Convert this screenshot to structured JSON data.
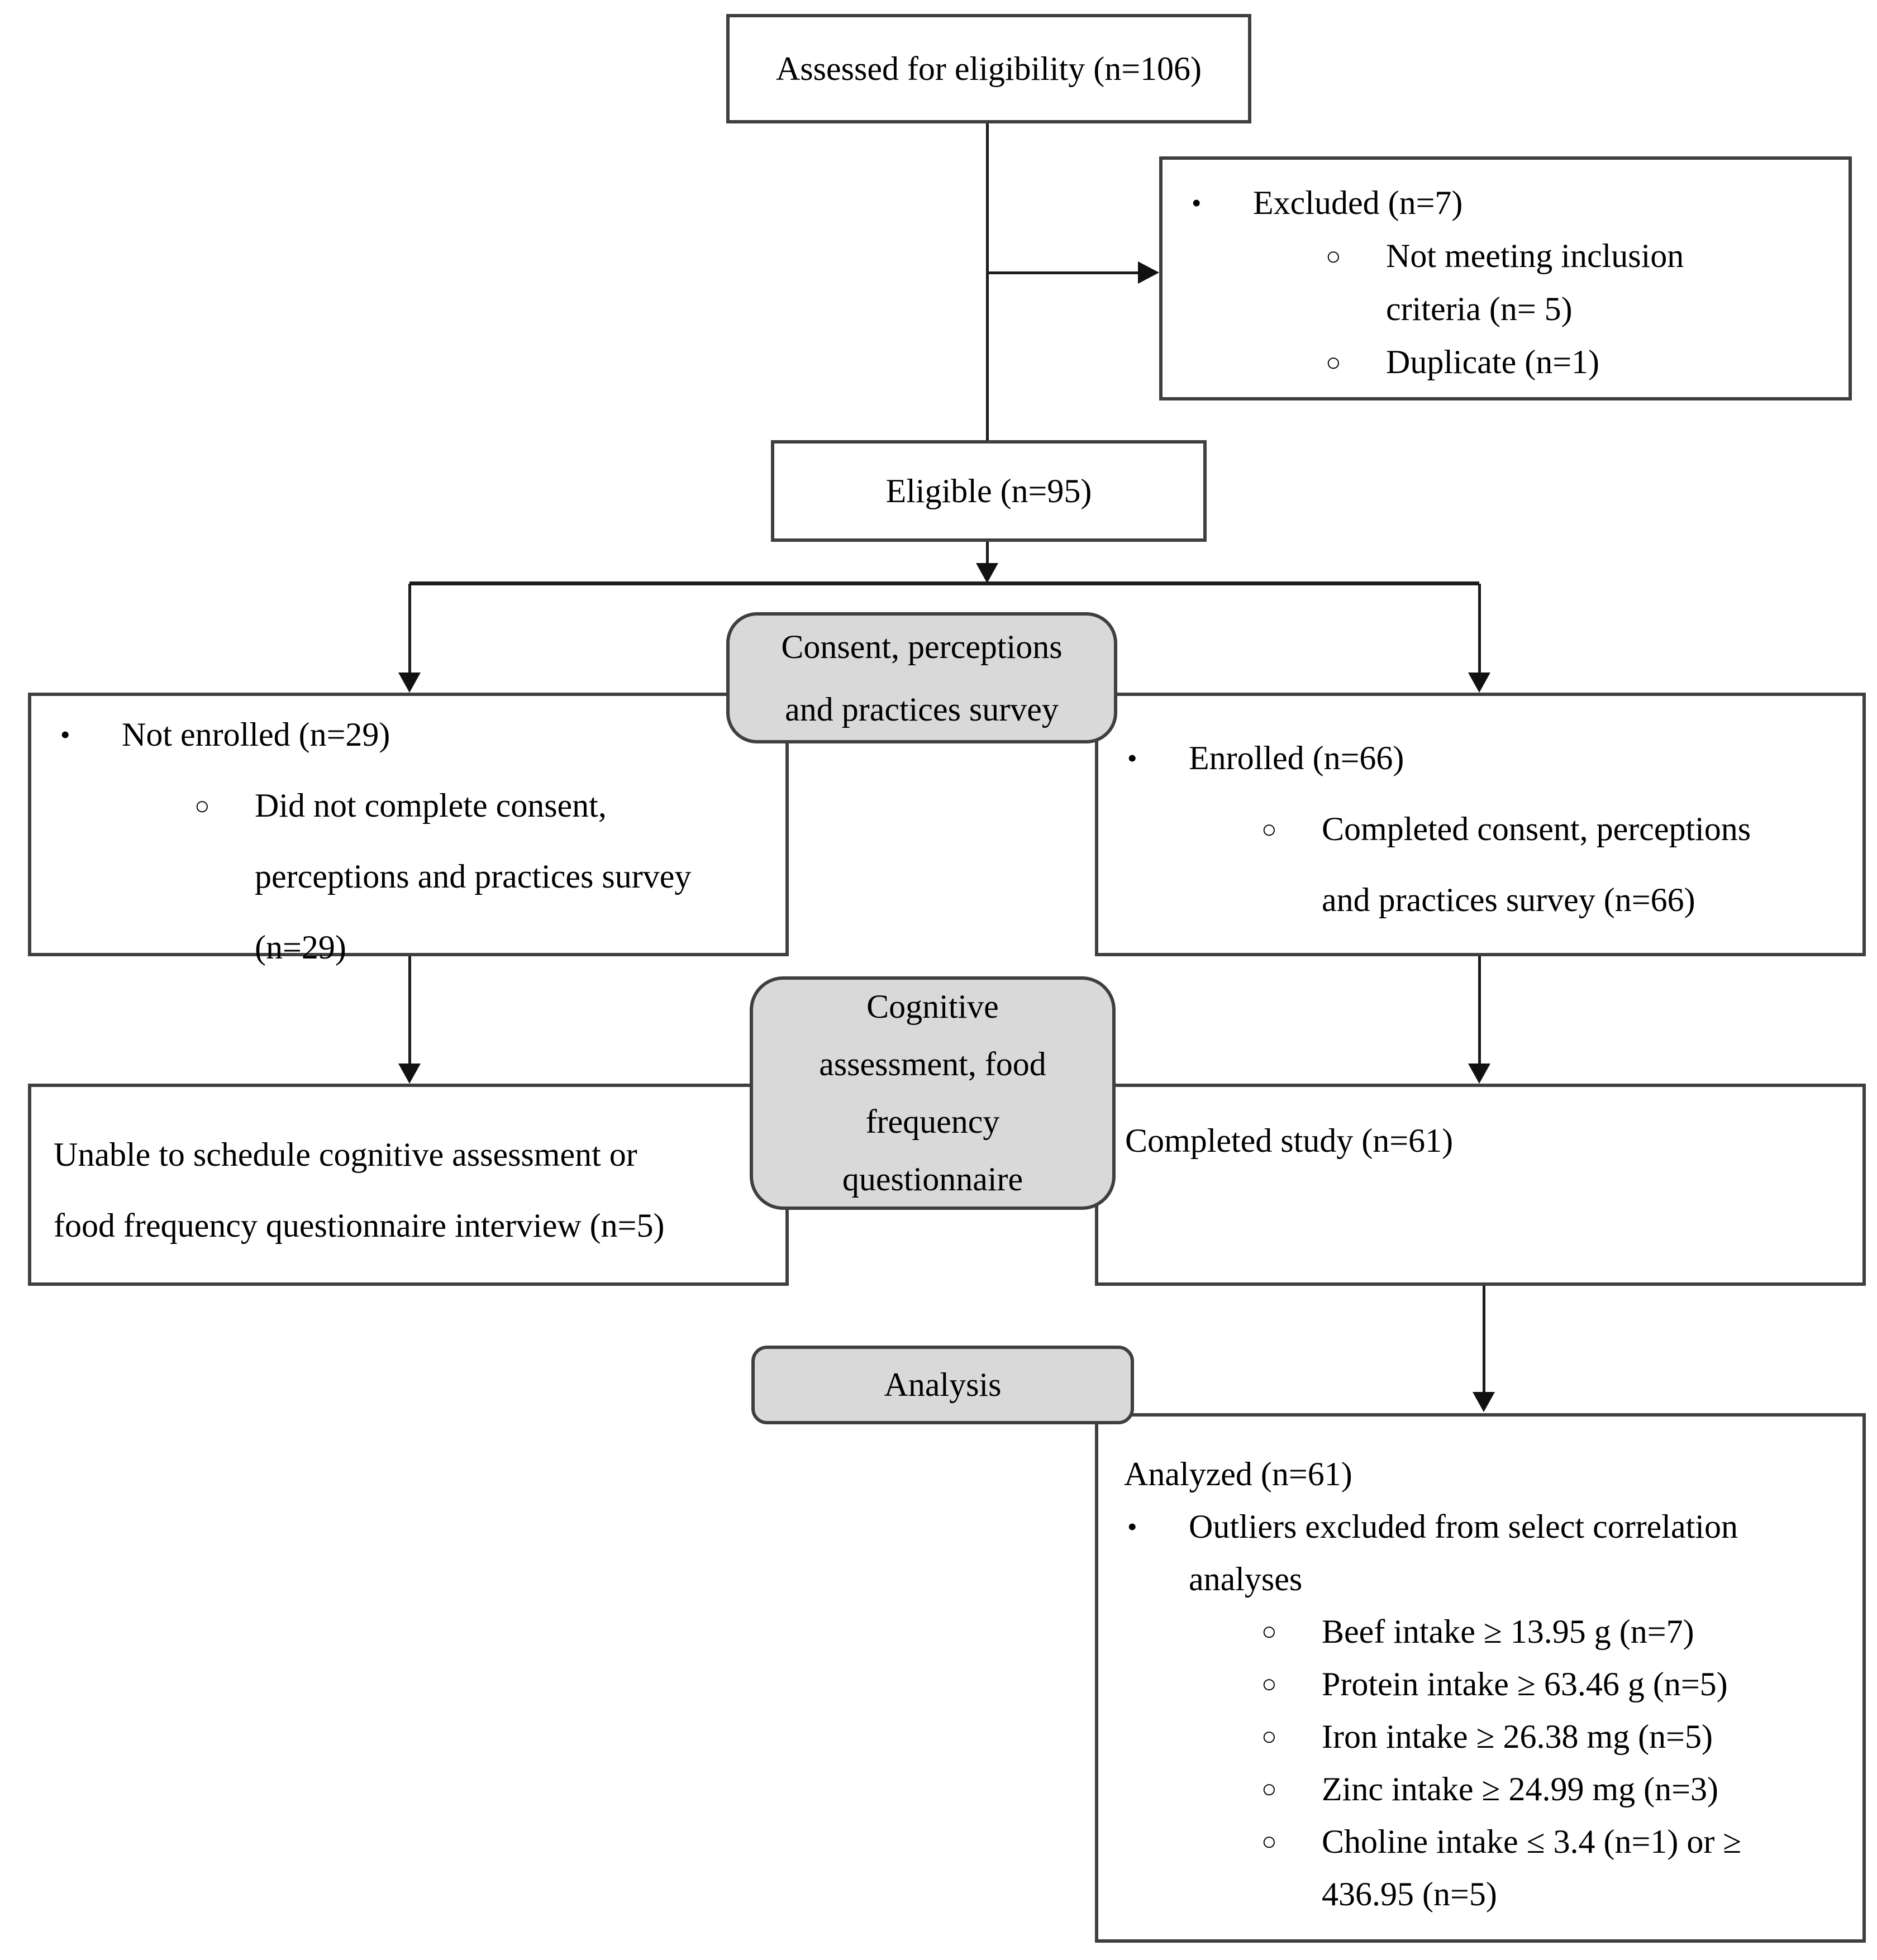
{
  "markers": {
    "level1": "•",
    "level2": "○"
  },
  "colors": {
    "background": "#ffffff",
    "box_fill": "#ffffff",
    "stage_fill": "#d9d9d9",
    "border": "#3f3f3f",
    "connector": "#1c1c1c",
    "text": "#000000"
  },
  "boxes": {
    "assessed": {
      "text": "Assessed for eligibility (n=106)"
    },
    "excluded": {
      "items": [
        {
          "level": 1,
          "lines": [
            "Excluded (n=7)"
          ]
        },
        {
          "level": 2,
          "lines": [
            "Not meeting inclusion",
            "criteria (n= 5)"
          ]
        },
        {
          "level": 2,
          "lines": [
            "Duplicate (n=1)"
          ]
        }
      ]
    },
    "eligible": {
      "text": "Eligible (n=95)"
    },
    "consent_stage": {
      "lines": [
        "Consent, perceptions",
        "and practices survey"
      ]
    },
    "not_enrolled": {
      "items": [
        {
          "level": 1,
          "lines": [
            "Not enrolled (n=29)"
          ]
        },
        {
          "level": 2,
          "lines": [
            "Did not complete consent,",
            "perceptions and practices survey",
            "(n=29)"
          ]
        }
      ]
    },
    "enrolled": {
      "items": [
        {
          "level": 1,
          "lines": [
            "Enrolled (n=66)"
          ]
        },
        {
          "level": 2,
          "lines": [
            "Completed consent, perceptions",
            "and practices survey (n=66)"
          ]
        }
      ]
    },
    "cognitive_stage": {
      "lines": [
        "Cognitive",
        "assessment, food",
        "frequency",
        "questionnaire"
      ]
    },
    "unable": {
      "lines": [
        "Unable to schedule cognitive assessment or",
        "food frequency questionnaire interview (n=5)"
      ]
    },
    "completed": {
      "text": "Completed study (n=61)"
    },
    "analysis_stage": {
      "text": "Analysis"
    },
    "analyzed": {
      "heading": "Analyzed (n=61)",
      "items": [
        {
          "level": 1,
          "lines": [
            "Outliers excluded from select correlation",
            "analyses"
          ]
        },
        {
          "level": 2,
          "lines": [
            "Beef intake ≥ 13.95 g (n=7)"
          ]
        },
        {
          "level": 2,
          "lines": [
            "Protein intake ≥ 63.46 g (n=5)"
          ]
        },
        {
          "level": 2,
          "lines": [
            "Iron intake ≥ 26.38 mg (n=5)"
          ]
        },
        {
          "level": 2,
          "lines": [
            "Zinc intake ≥ 24.99 mg (n=3)"
          ]
        },
        {
          "level": 2,
          "lines": [
            "Choline intake ≤ 3.4 (n=1) or ≥",
            "436.95 (n=5)"
          ]
        }
      ]
    }
  }
}
